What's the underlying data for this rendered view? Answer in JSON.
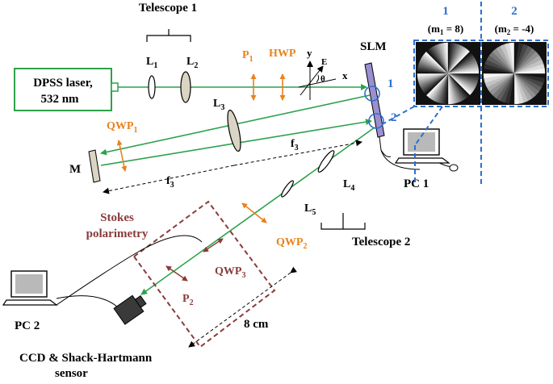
{
  "colors": {
    "beam": "#2ca24c",
    "orange": "#e8821e",
    "maroon": "#8b3a3a",
    "blue": "#2d6fcf",
    "slm": "#9b8fd0",
    "lens": "#d9d4c3",
    "ink": "#000000"
  },
  "labels": {
    "telescope1": "Telescope 1",
    "L1": "L",
    "L1_sub": "1",
    "L2": "L",
    "L2_sub": "2",
    "laser_line1": "DPSS laser,",
    "laser_line2": "532 nm",
    "P1": "P",
    "P1_sub": "1",
    "HWP": "HWP",
    "axis_y": "y",
    "axis_x": "x",
    "axis_E": "E",
    "axis_theta": "θ",
    "SLM": "SLM",
    "region1": "1",
    "region2": "2",
    "L3": "L",
    "L3_sub": "3",
    "QWP1": "QWP",
    "QWP1_sub": "1",
    "M": "M",
    "f3_left": "f",
    "f3_left_sub": "3",
    "f3_right": "f",
    "f3_right_sub": "3",
    "L4": "L",
    "L4_sub": "4",
    "L5": "L",
    "L5_sub": "5",
    "telescope2": "Telescope 2",
    "PC1": "PC 1",
    "PC2": "PC 2",
    "stokes_line1": "Stokes",
    "stokes_line2": "polarimetry",
    "QWP2": "QWP",
    "QWP2_sub": "2",
    "QWP3": "QWP",
    "QWP3_sub": "3",
    "P2": "P",
    "P2_sub": "2",
    "distance": "8 cm",
    "sensor_line1": "CCD & Shack-Hartmann",
    "sensor_line2": "sensor",
    "hologram1_num": "1",
    "hologram2_num": "2",
    "hologram1_m": "(m",
    "hologram1_m_sub": "1",
    "hologram1_m_val": " = 8)",
    "hologram2_m": "(m",
    "hologram2_m_sub": "2",
    "hologram2_m_val": " = -4)"
  },
  "holograms": [
    {
      "name": "hologram-1",
      "sectors": 8
    },
    {
      "name": "hologram-2",
      "sectors": 4
    }
  ]
}
